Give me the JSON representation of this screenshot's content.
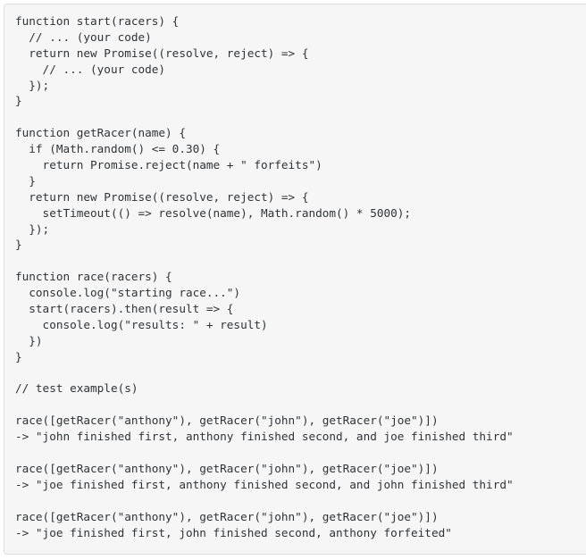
{
  "code": {
    "lines": [
      "function start(racers) {",
      "  // ... (your code)",
      "  return new Promise((resolve, reject) => {",
      "    // ... (your code)",
      "  });",
      "}",
      "",
      "function getRacer(name) {",
      "  if (Math.random() <= 0.30) {",
      "    return Promise.reject(name + \" forfeits\")",
      "  }",
      "  return new Promise((resolve, reject) => {",
      "    setTimeout(() => resolve(name), Math.random() * 5000);",
      "  });",
      "}",
      "",
      "function race(racers) {",
      "  console.log(\"starting race...\")",
      "  start(racers).then(result => {",
      "    console.log(\"results: \" + result)",
      "  })",
      "}",
      "",
      "// test example(s)",
      "",
      "race([getRacer(\"anthony\"), getRacer(\"john\"), getRacer(\"joe\")])",
      "-> \"john finished first, anthony finished second, and joe finished third\"",
      "",
      "race([getRacer(\"anthony\"), getRacer(\"john\"), getRacer(\"joe\")])",
      "-> \"joe finished first, anthony finished second, and john finished third\"",
      "",
      "race([getRacer(\"anthony\"), getRacer(\"john\"), getRacer(\"joe\")])",
      "-> \"joe finished first, john finished second, anthony forfeited\""
    ]
  }
}
